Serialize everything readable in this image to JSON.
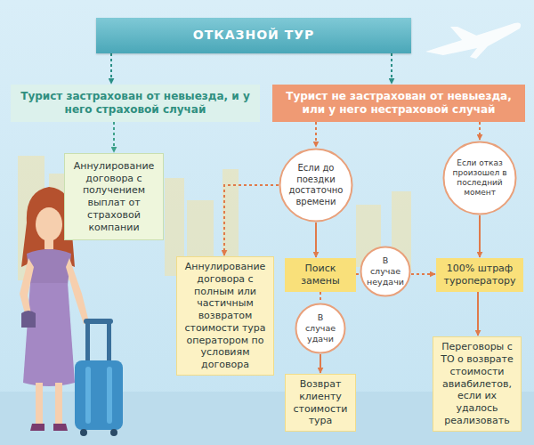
{
  "diagram": {
    "nodes": [
      {
        "text": [
          "ОТКАЗНОЙ ТУР"
        ]
      },
      {
        "text": [
          "Турист застрахован от невыезда, и у него страховой случай"
        ]
      },
      {
        "text": [
          "Турист не застрахован от невыезда, или у него нестраховой случай"
        ]
      },
      {
        "text": [
          "Аннулирование договора с получением выплат от страховой компании"
        ]
      },
      {
        "text": [
          "Если до поездки достаточно времени"
        ]
      },
      {
        "text": [
          "Если отказ произошел в последний момент"
        ]
      },
      {
        "text": [
          "Аннулирование договора с полным или частичным возвратом стоимости тура оператором по условиям договора"
        ]
      },
      {
        "text": [
          "Поиск замены"
        ]
      },
      {
        "text": [
          "В случае неудачи"
        ]
      },
      {
        "text": [
          "100% штраф туроператору"
        ]
      },
      {
        "text": [
          "В случае удачи"
        ]
      },
      {
        "text": [
          "Возврат клиенту стоимости тура"
        ]
      },
      {
        "text": [
          "Переговоры с ТО о возврате стоимости авиабилетов, если их удалось реализовать"
        ]
      }
    ],
    "edges": [
      {
        "from": 0,
        "to": 1,
        "arrow": "to"
      },
      {
        "from": 0,
        "to": 2,
        "arrow": "to"
      },
      {
        "from": 1,
        "to": 3,
        "arrow": "to"
      },
      {
        "from": 2,
        "to": 4,
        "arrow": "to"
      },
      {
        "from": 2,
        "to": 5,
        "arrow": "to"
      },
      {
        "from": 4,
        "to": 6,
        "arrow": "to"
      },
      {
        "from": 4,
        "to": 7,
        "arrow": "to"
      },
      {
        "from": 7,
        "to": 8,
        "arrow": "none"
      },
      {
        "from": 8,
        "to": 9,
        "arrow": "to"
      },
      {
        "from": 7,
        "to": 10,
        "arrow": "none"
      },
      {
        "from": 10,
        "to": 11,
        "arrow": "to"
      },
      {
        "from": 5,
        "to": 9,
        "arrow": "to"
      },
      {
        "from": 9,
        "to": 12,
        "arrow": "to"
      }
    ]
  }
}
